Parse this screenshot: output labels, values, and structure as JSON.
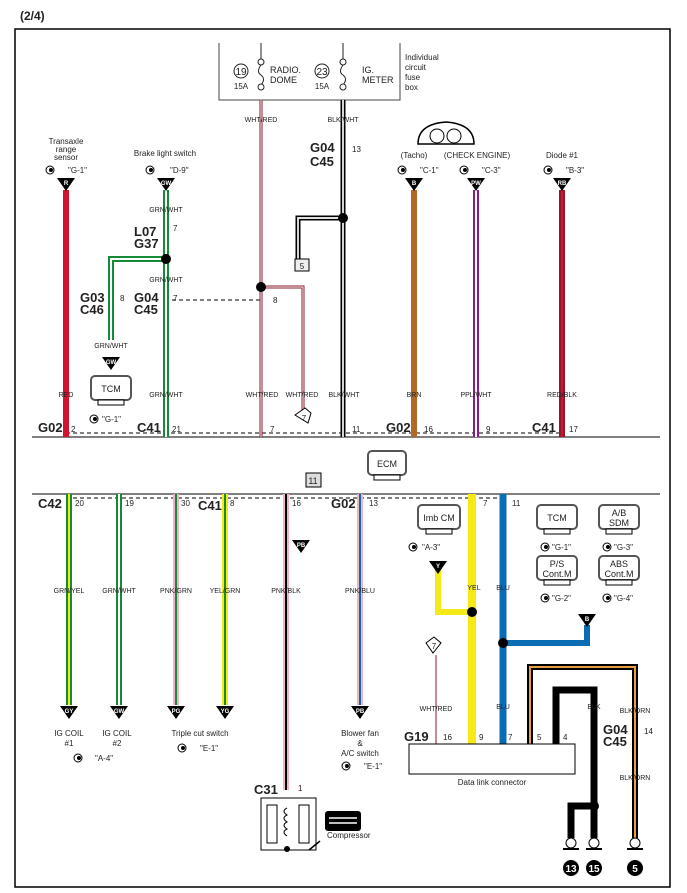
{
  "page": {
    "label": "(2/4)"
  },
  "colors": {
    "red": "#d2122e",
    "green": "#178a3a",
    "black": "#000000",
    "pink": "#f2b4c4",
    "yellow": "#f5ea18",
    "blue": "#0a6cb4",
    "brown": "#b06a26",
    "purple": "#8b1a8c",
    "whtred": "#8b1a2e",
    "orange": "#e8a040"
  },
  "fuse_box": {
    "label_lines": [
      "Individual",
      "circuit",
      "fuse",
      "box"
    ],
    "fuses": [
      {
        "number": "19",
        "amps": "15A",
        "name_lines": [
          "RADIO.",
          "DOME"
        ]
      },
      {
        "number": "23",
        "amps": "15A",
        "name_lines": [
          "IG.",
          "METER"
        ]
      }
    ]
  },
  "top_components": {
    "transaxle": {
      "lines": [
        "Transaxle",
        "range",
        "sensor"
      ],
      "ref": "\"G-1\"",
      "code": "R"
    },
    "brake": {
      "lines": [
        "Brake light switch"
      ],
      "ref": "\"D-9\"",
      "code": "GW"
    },
    "tacho": {
      "lines": [
        "(Tacho)"
      ],
      "ref": "\"C-1\"",
      "code": "B"
    },
    "check_engine": {
      "lines": [
        "(CHECK ENGINE)"
      ],
      "ref": "\"C-3\"",
      "code": "PW"
    },
    "diode": {
      "lines": [
        "Diode #1"
      ],
      "ref": "\"B-3\"",
      "code": "RB"
    }
  },
  "wire_labels": {
    "wht_red_top": "WHT/RED",
    "blk_wht_top": "BLK/WHT",
    "grn_wht_1": "GRN/WHT",
    "grn_wht_2": "GRN/WHT",
    "grn_wht_3": "GRN/WHT",
    "grn_wht_4": "GRN/WHT",
    "red": "RED",
    "wht_red_a": "WHT/RED",
    "wht_red_b": "WHT/RED",
    "blk_wht": "BLK/WHT",
    "brn": "BRN",
    "ppl_wht": "PPL/WHT",
    "red_blk": "RED/BLK",
    "grn_yel": "GRN/YEL",
    "grn_wht_low": "GRN/WHT",
    "pnk_grn": "PNK/GRN",
    "yel_grn": "YEL/GRN",
    "pnk_blk": "PNK/BLK",
    "pnk_blu": "PNK/BLU",
    "yel": "YEL",
    "blu": "BLU",
    "wht_red_low": "WHT/RED",
    "blu_low": "BLU",
    "blk": "BLK",
    "blk_orn_1": "BLK/ORN",
    "blk_orn_2": "BLK/ORN"
  },
  "connectors": {
    "g04_c45_top": {
      "a": "G04",
      "b": "C45",
      "pin": "13"
    },
    "l07_g37": {
      "a": "L07",
      "b": "G37",
      "pin": "7"
    },
    "g03_c46": {
      "a": "G03",
      "b": "C46",
      "pin": "8"
    },
    "g04_c45_mid": {
      "a": "G04",
      "b": "C45",
      "pin": "7"
    },
    "wht_red_pin": "8",
    "g02_left": {
      "name": "G02",
      "pin": "2"
    },
    "c41_left": {
      "name": "C41",
      "pin": "21"
    },
    "pin7": "7",
    "pin11": "11",
    "g02_mid": {
      "name": "G02",
      "pin": "16"
    },
    "pin9": "9",
    "c41_right": {
      "name": "C41",
      "pin": "17"
    },
    "c42": {
      "name": "C42",
      "pin": "20"
    },
    "pin19": "19",
    "pin30": "30",
    "c41_low": {
      "name": "C41",
      "pin": "8"
    },
    "pin16": "16",
    "g02_low": {
      "name": "G02",
      "pin": "13"
    },
    "pin7_low": "7",
    "pin11_low": "11",
    "c31": {
      "name": "C31",
      "pin": "1"
    },
    "g04_c45_low": {
      "a": "G04",
      "b": "C45",
      "pin": "14"
    }
  },
  "modules": {
    "tcm_left": {
      "name": "TCM",
      "ref": "\"G-1\"",
      "code": "GW"
    },
    "ecm": {
      "name": "ECM"
    },
    "imb": {
      "name": "Imb CM",
      "ref": "\"A-3\"",
      "code": "Y"
    },
    "tcm_right": {
      "name": "TCM",
      "ref": "\"G-1\""
    },
    "ab_sdm": {
      "lines": [
        "A/B",
        "SDM"
      ],
      "ref": "\"G-3\""
    },
    "ps": {
      "lines": [
        "P/S",
        "Cont.M"
      ],
      "ref": "\"G-2\""
    },
    "abs": {
      "lines": [
        "ABS",
        "Cont.M"
      ],
      "ref": "\"G-4\""
    },
    "blu_code": "B"
  },
  "splice_boxes": {
    "s5": "5",
    "s11": "11",
    "flag7a": "7",
    "flag7b": "7"
  },
  "bottom_components": {
    "ig1": {
      "lines": [
        "IG COIL",
        "#1"
      ],
      "code": "GY"
    },
    "ig2": {
      "lines": [
        "IG COIL",
        "#2"
      ],
      "code": "GW"
    },
    "ig_ref": "\"A-4\"",
    "triple": {
      "lines": [
        "Triple cut switch"
      ],
      "ref": "\"E-1\"",
      "code_pg": "PG",
      "code_yg": "YG"
    },
    "pb_mid": "PB",
    "blower": {
      "lines": [
        "Blower fan",
        "&",
        "A/C switch"
      ],
      "ref": "\"E-1\"",
      "code": "PB"
    },
    "compressor": "Compressor"
  },
  "dlc": {
    "connector": "G19",
    "name": "Data link connector",
    "pins": [
      "16",
      "9",
      "7",
      "5",
      "4"
    ]
  },
  "grounds": [
    "13",
    "15",
    "5"
  ]
}
